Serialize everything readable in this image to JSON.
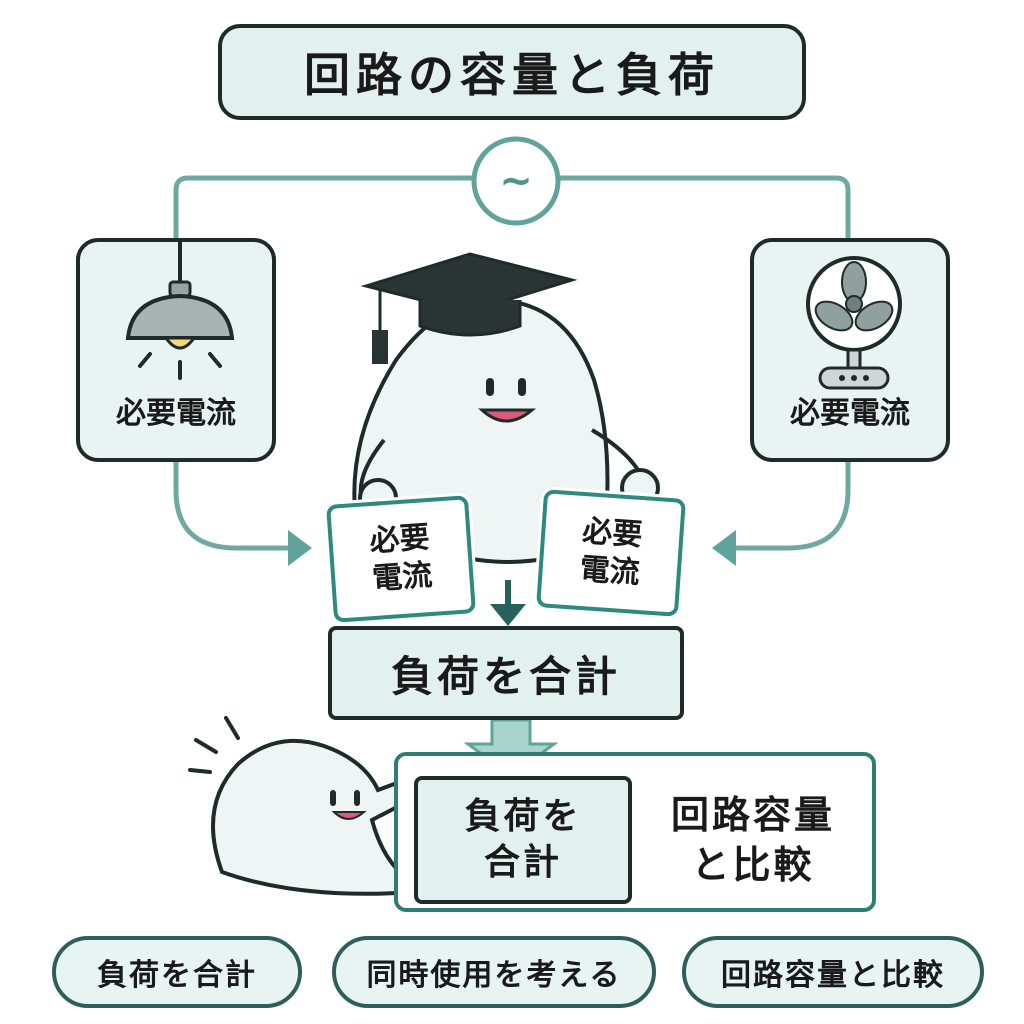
{
  "title": "回路の容量と負荷",
  "source_symbol": "~",
  "devices": {
    "left": {
      "icon": "lamp-icon",
      "label": "必要電流"
    },
    "right": {
      "icon": "fan-icon",
      "label": "必要電流"
    }
  },
  "cards": {
    "left": "必要\n電流",
    "right": "必要\n電流"
  },
  "sum_box": "負荷を合計",
  "comparison": {
    "inner": "負荷を\n合計",
    "outer": "回路容量\nと比較"
  },
  "steps": [
    "負荷を合計",
    "同時使用を考える",
    "回路容量と比較"
  ],
  "colors": {
    "teal": "#5fa39b",
    "dark_teal": "#2e7d74",
    "light_bg": "#e3f1ee",
    "outline": "#1f2a2a"
  }
}
